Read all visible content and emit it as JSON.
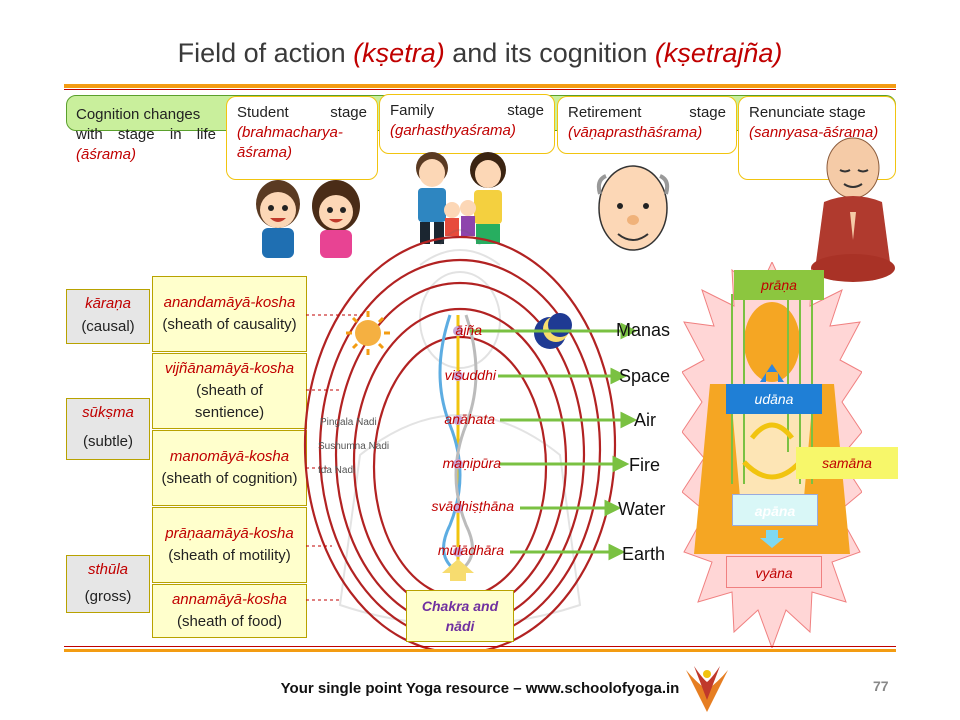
{
  "title": {
    "part1": "Field of action ",
    "part2": "(kṣetra)",
    "part3": " and its cognition ",
    "part4": "(kṣetrajña)"
  },
  "stages": {
    "cognition": {
      "line1": "Cognition changes",
      "line2a": "with",
      "line2b": "stage",
      "line2c": "in",
      "line2d": "life",
      "line3": "(āśrama)"
    },
    "student": {
      "label_a": "Student",
      "label_b": "stage",
      "sanskrit": "(brahmacharya-āśrama)"
    },
    "family": {
      "label_a": "Family",
      "label_b": "stage",
      "sanskrit": "(garhasthyaśrama)"
    },
    "retirement": {
      "label_a": "Retirement",
      "label_b": "stage",
      "sanskrit": "(vāṇaprasthāśrama)"
    },
    "renunciate": {
      "label": "Renunciate stage",
      "sanskrit": "(sannyasa-āśrama)"
    }
  },
  "levels": [
    {
      "sanskrit": "kāraṇa",
      "english": "(causal)"
    },
    {
      "sanskrit": "sūkṣma",
      "english": "(subtle)"
    },
    {
      "sanskrit": "sthūla",
      "english": "(gross)"
    }
  ],
  "sheaths": [
    {
      "sanskrit": "anandamāyā-kosha",
      "english": " (sheath of causality)"
    },
    {
      "sanskrit": "vijñānamāyā-kosha",
      "english": " (sheath of sentience)"
    },
    {
      "sanskrit": "manomāyā-kosha",
      "english": " (sheath of cognition)"
    },
    {
      "sanskrit": "prāṇaamāyā-kosha",
      "english": " (sheath of motility)"
    },
    {
      "sanskrit": "annamāyā-kosha",
      "english": " (sheath of food)"
    }
  ],
  "chakras": [
    "ājña",
    "viśuddhi",
    "anāhata",
    "maṇipūra",
    "svādhiṣṭhāna",
    "mūlādhāra"
  ],
  "elements": [
    "Manas",
    "Space",
    "Air",
    "Fire",
    "Water",
    "Earth"
  ],
  "nadis": [
    "Pingala Nadi",
    "Sushumna Nadi",
    "Ida Nadi"
  ],
  "chakra_box": {
    "label": "Chakra and nādi"
  },
  "vayus": {
    "prana": "prāṇa",
    "udana": "udāna",
    "samana": "samāna",
    "apana": "apāna",
    "vyana": "vyāna"
  },
  "colors": {
    "accent": "#c00000",
    "orange_rule": "#f39c12",
    "sheath_fill": "#ffffcc",
    "green_box": "#c9ef9c",
    "vayu_bg": "#ffd6d6"
  },
  "footer": "Your single point Yoga resource – www.schoolofyoga.in",
  "page_number": "77"
}
